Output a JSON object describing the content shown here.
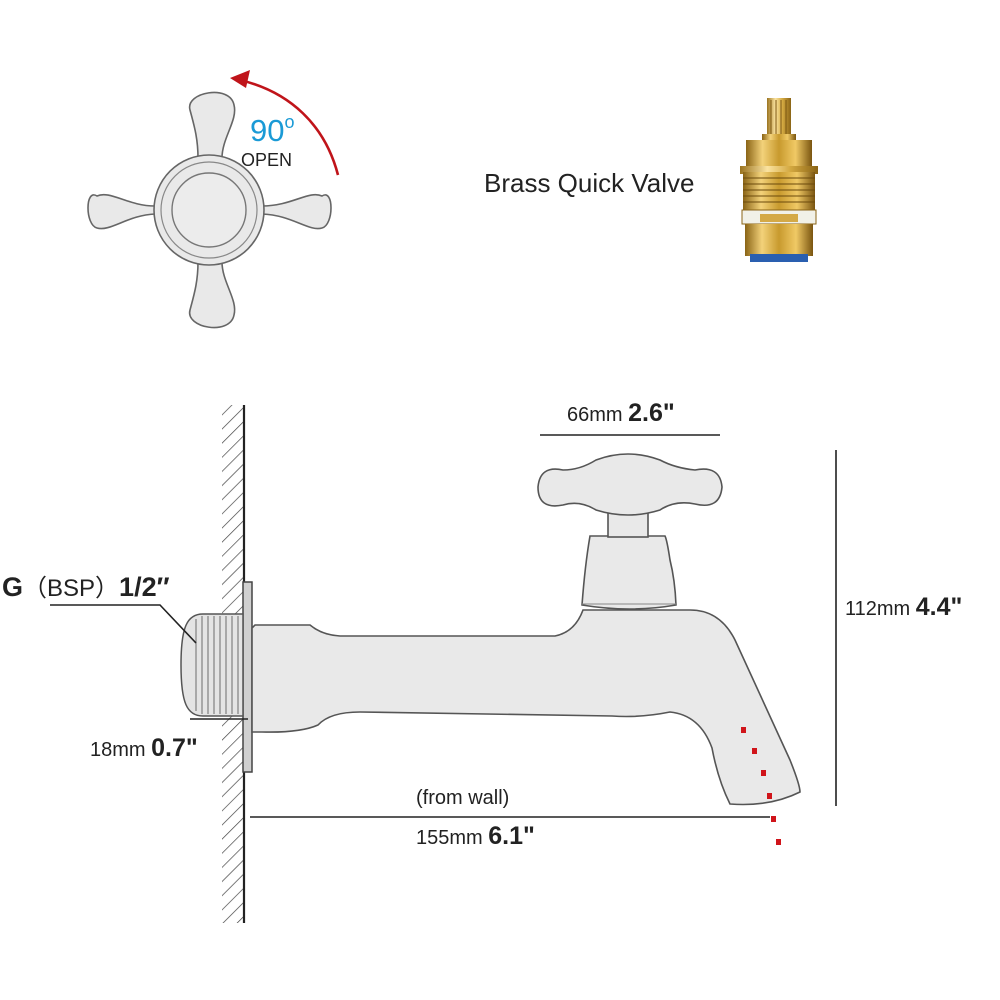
{
  "handle_top_view": {
    "angle_label": "90",
    "angle_degree_mark": "o",
    "open_label": "OPEN",
    "arrow_color": "#c0141a",
    "angle_color": "#1a9ad6"
  },
  "valve": {
    "label": "Brass Quick Valve",
    "icon": "brass-cartridge-valve"
  },
  "dimensions": {
    "handle_width": {
      "metric": "66mm",
      "imperial": "2.6\""
    },
    "height": {
      "metric": "112mm",
      "imperial": "4.4\""
    },
    "thread": {
      "prefix": "G",
      "standard": "（BSP）",
      "size": "1/2″"
    },
    "thread_length": {
      "metric": "18mm",
      "imperial": "0.7\""
    },
    "reach_note": "(from wall)",
    "reach": {
      "metric": "155mm",
      "imperial": "6.1\""
    }
  },
  "colors": {
    "faucet_fill": "#e9e9e9",
    "outline": "#555555",
    "water_dots": "#d0141a"
  }
}
